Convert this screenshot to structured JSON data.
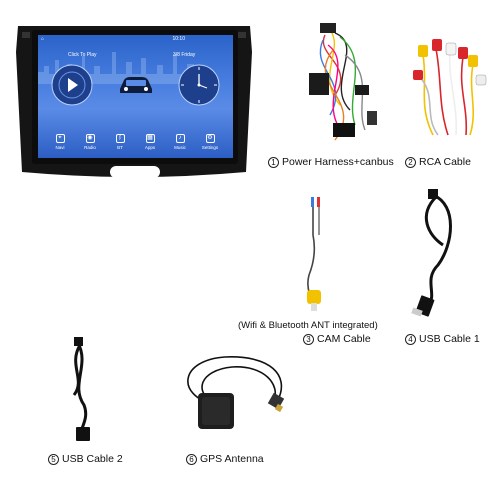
{
  "head_unit": {
    "status_time": "10:10",
    "left_card_label": "Click To Play",
    "right_card_label": "3/8 Friday",
    "apps": [
      {
        "label": "Navi",
        "icon": "location-pin-icon"
      },
      {
        "label": "Radio",
        "icon": "radio-icon"
      },
      {
        "label": "BT",
        "icon": "bluetooth-icon"
      },
      {
        "label": "Apps",
        "icon": "apps-icon"
      },
      {
        "label": "Music",
        "icon": "music-note-icon"
      },
      {
        "label": "Settings",
        "icon": "gear-icon"
      }
    ]
  },
  "items": [
    {
      "num": "1",
      "label": "Power Harness+canbus"
    },
    {
      "num": "2",
      "label": "RCA Cable"
    },
    {
      "num": "3",
      "label": "CAM Cable"
    },
    {
      "num": "4",
      "label": "USB Cable 1"
    },
    {
      "num": "5",
      "label": "USB Cable 2"
    },
    {
      "num": "6",
      "label": "GPS Antenna"
    }
  ],
  "cam_note": "(Wifi & Bluetooth ANT integrated)",
  "colors": {
    "screen_blue": "#2a63c9",
    "bezel": "#151515",
    "rca_yellow": "#f2c200",
    "rca_red": "#d8262c"
  }
}
